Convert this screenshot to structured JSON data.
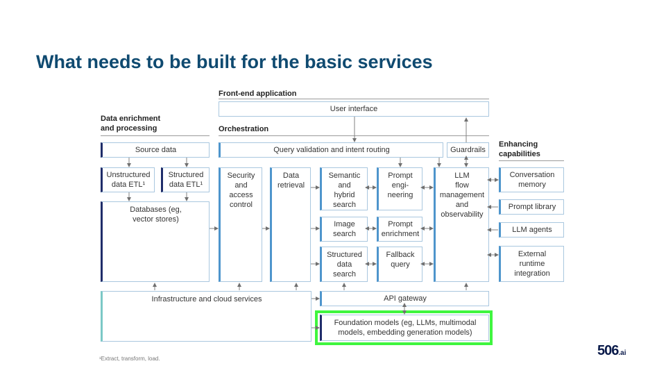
{
  "title": "What needs to be built for the basic services",
  "sections": {
    "frontend": "Front-end application",
    "data_enrichment": "Data enrichment\nand processing",
    "orchestration": "Orchestration",
    "enhancing": "Enhancing\ncapabilities"
  },
  "boxes": {
    "user_interface": "User interface",
    "source_data": "Source data",
    "query_validation": "Query validation and intent routing",
    "guardrails": "Guardrails",
    "unstructured_etl": "Unstructured\ndata ETL¹",
    "structured_etl": "Structured\ndata ETL¹",
    "databases": "Databases (eg,\nvector stores)",
    "security": "Security\nand\naccess\ncontrol",
    "data_retrieval": "Data\nretrieval",
    "semantic_search": "Semantic\nand\nhybrid\nsearch",
    "image_search": "Image\nsearch",
    "structured_search": "Structured\ndata\nsearch",
    "prompt_engineering": "Prompt\nengi-\nneering",
    "prompt_enrichment": "Prompt\nenrichment",
    "fallback_query": "Fallback\nquery",
    "llm_flow": "LLM\nflow\nmanagement\nand\nobservability",
    "conversation_memory": "Conversation\nmemory",
    "prompt_library": "Prompt library",
    "llm_agents": "LLM agents",
    "external_runtime": "External\nruntime\nintegration",
    "infrastructure": "Infrastructure and cloud services",
    "api_gateway": "API gateway",
    "foundation_models": "Foundation models (eg, LLMs, multimodal\nmodels, embedding generation models)"
  },
  "footnote": "¹Extract, transform, load.",
  "logo": {
    "main": "506",
    "suffix": ".ai"
  },
  "colors": {
    "title": "#0f4a70",
    "highlight": "#3ff53f",
    "accent_dark": "#1f2d6a",
    "accent_blue": "#4e95cc",
    "accent_teal": "#7bc8c6"
  }
}
